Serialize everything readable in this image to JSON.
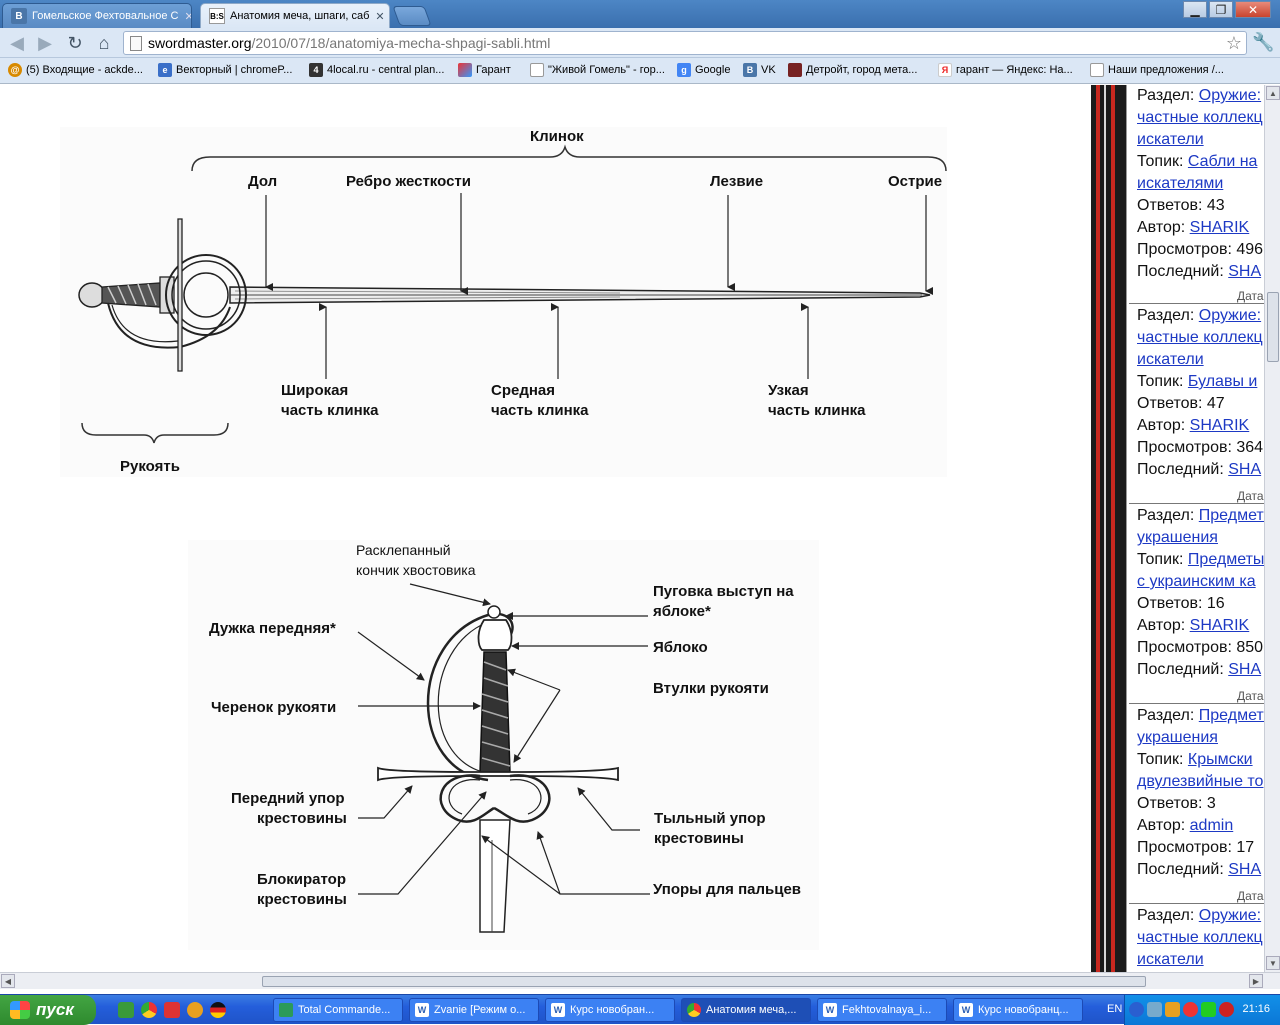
{
  "browser": {
    "tabs": [
      {
        "label": "Гомельское Фехтовальное С",
        "icon": "vk-icon"
      },
      {
        "label": "Анатомия меча, шпаги, саб",
        "icon": "bs-icon"
      }
    ],
    "url_host": "swordmaster.org",
    "url_path": "/2010/07/18/anatomiya-mecha-shpagi-sabli.html",
    "bookmarks": [
      "(5) Входящие - ackde...",
      "Векторный | chromeP...",
      "4local.ru - central plan...",
      "Гарант",
      "\"Живой Гомель\" - гор...",
      "Google",
      "VK",
      "Детройт, город мета...",
      "гарант — Яндекс: На...",
      "Наши предложения /..."
    ]
  },
  "figure1": {
    "labels": {
      "blade": "Клинок",
      "fuller": "Дол",
      "rib": "Ребро  жесткости",
      "edge": "Лезвие",
      "point": "Острие",
      "wide_1": "Широкая",
      "wide_2": "часть клинка",
      "mid_1": "Средная",
      "mid_2": "часть клинка",
      "narrow_1": "Узкая",
      "narrow_2": "часть клинка",
      "hilt": "Рукоять"
    }
  },
  "figure2": {
    "labels": {
      "tang_1": "Расклепанный",
      "tang_2": "кончик хвостовика",
      "button_1": "Пуговка выступ на",
      "button_2": "яблоке*",
      "knuckle": "Дужка передняя*",
      "pommel": "Яблоко",
      "grip": "Черенок рукояти",
      "ferrules": "Втулки рукояти",
      "front_quillon_1": "Передний упор",
      "front_quillon_2": "крестовины",
      "rear_quillon_1": "Тыльный упор",
      "rear_quillon_2": "крестовины",
      "block_1": "Блокиратор",
      "block_2": "крестовины",
      "finger_rings": "Упоры для пальцев"
    }
  },
  "sidebar": {
    "entries": [
      {
        "section_label": "Раздел: ",
        "section": "Оружие:",
        "section_2": "частные коллекц",
        "section_3": "искатели",
        "topic_label": "Топик: ",
        "topic": "Сабли на",
        "topic_2": "искателями",
        "replies_label": "Ответов: 43",
        "author_label": "Автор: ",
        "author": "SHARIK",
        "views_label": "Просмотров: 496",
        "last_label": "Последний: ",
        "last": "SHA",
        "date": "Дата"
      },
      {
        "section_label": "Раздел: ",
        "section": "Оружие:",
        "section_2": "частные коллекц",
        "section_3": "искатели",
        "topic_label": "Топик: ",
        "topic": "Булавы и",
        "topic_2": "",
        "replies_label": "Ответов: 47",
        "author_label": "Автор: ",
        "author": "SHARIK",
        "views_label": "Просмотров: 364",
        "last_label": "Последний: ",
        "last": "SHA",
        "date": "Дата"
      },
      {
        "section_label": "Раздел: ",
        "section": "Предметы",
        "section_2": "украшения",
        "section_3": "",
        "topic_label": "Топик: ",
        "topic": "Предметы",
        "topic_2": "с украинским ка",
        "replies_label": "Ответов: 16",
        "author_label": "Автор: ",
        "author": "SHARIK",
        "views_label": "Просмотров: 850",
        "last_label": "Последний: ",
        "last": "SHA",
        "date": "Дата"
      },
      {
        "section_label": "Раздел: ",
        "section": "Предметы",
        "section_2": "украшения",
        "section_3": "",
        "topic_label": "Топик: ",
        "topic": "Крымски",
        "topic_2": "двулезвийные то",
        "replies_label": "Ответов: 3",
        "author_label": "Автор: ",
        "author": "admin",
        "views_label": "Просмотров: 17",
        "last_label": "Последний: ",
        "last": "SHA",
        "date": "Дата"
      },
      {
        "section_label": "Раздел: ",
        "section": "Оружие:",
        "section_2": "частные коллекц",
        "section_3": "искатели"
      }
    ]
  },
  "taskbar": {
    "start": "пуск",
    "items": [
      {
        "label": "Total Commande...",
        "icon_color": "#2c9a58"
      },
      {
        "label": "Zvanie [Режим о...",
        "icon_color": "#2b5fb4"
      },
      {
        "label": "Курс новобран...",
        "icon_color": "#2b5fb4"
      },
      {
        "label": "Анатомия меча,...",
        "icon_color": "#e8b23a"
      },
      {
        "label": "Fekhtovalnaya_i...",
        "icon_color": "#2b5fb4"
      },
      {
        "label": "Курс новобранц...",
        "icon_color": "#2b5fb4"
      }
    ],
    "lang": "EN",
    "clock": "21:16"
  }
}
